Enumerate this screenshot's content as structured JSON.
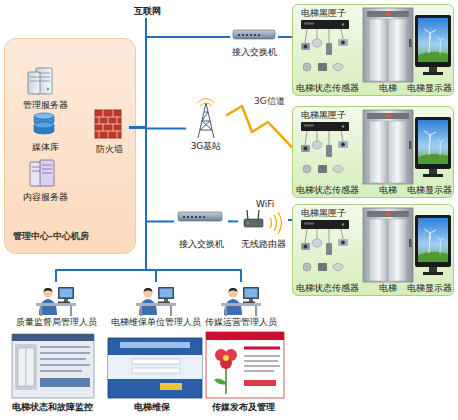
{
  "diagram": {
    "nodes": [
      {
        "text": [
          "管理中心-中心机房"
        ]
      },
      {
        "text": [
          "管理服务器"
        ],
        "in": 0
      },
      {
        "text": [
          "媒体库"
        ],
        "in": 0
      },
      {
        "text": [
          "内容服务器"
        ],
        "in": 0
      },
      {
        "text": [
          "防火墙"
        ],
        "in": 0
      },
      {
        "text": [
          "接入交换机"
        ]
      },
      {
        "text": [
          "3G基站"
        ]
      },
      {
        "text": [
          "接入交换机"
        ]
      },
      {
        "text": [
          "无线路由器"
        ]
      },
      {
        "text": [
          "电梯黑匣子",
          "电梯状态传感器",
          "电梯",
          "电梯显示器"
        ]
      },
      {
        "text": [
          "电梯黑匣子",
          "电梯状态传感器",
          "电梯",
          "电梯显示器"
        ]
      },
      {
        "text": [
          "电梯黑匣子",
          "电梯状态传感器",
          "电梯",
          "电梯显示器"
        ]
      },
      {
        "text": [
          "质量监督局管理人员"
        ]
      },
      {
        "text": [
          "电梯维保单位管理人员"
        ]
      },
      {
        "text": [
          "传媒运营管理人员"
        ]
      }
    ],
    "edges": [
      {
        "from": 4,
        "to": 5,
        "arrow": "none"
      },
      {
        "from": 4,
        "to": 6,
        "arrow": "none"
      },
      {
        "from": 4,
        "to": 7,
        "arrow": "none"
      },
      {
        "from": 4,
        "to": 12,
        "arrow": "none"
      },
      {
        "from": 4,
        "to": 13,
        "arrow": "none"
      },
      {
        "from": 4,
        "to": 14,
        "arrow": "none"
      },
      {
        "from": 5,
        "to": 9,
        "arrow": "none"
      },
      {
        "from": 6,
        "to": 10,
        "label": "3G信道",
        "arrow": "none"
      },
      {
        "from": 7,
        "to": 8,
        "arrow": "none"
      },
      {
        "from": 8,
        "to": 11,
        "arrow": "none"
      }
    ],
    "labels": [
      "互联网",
      "WiFi",
      "电梯状态和故障监控",
      "电梯维保",
      "传媒发布及管理"
    ]
  }
}
